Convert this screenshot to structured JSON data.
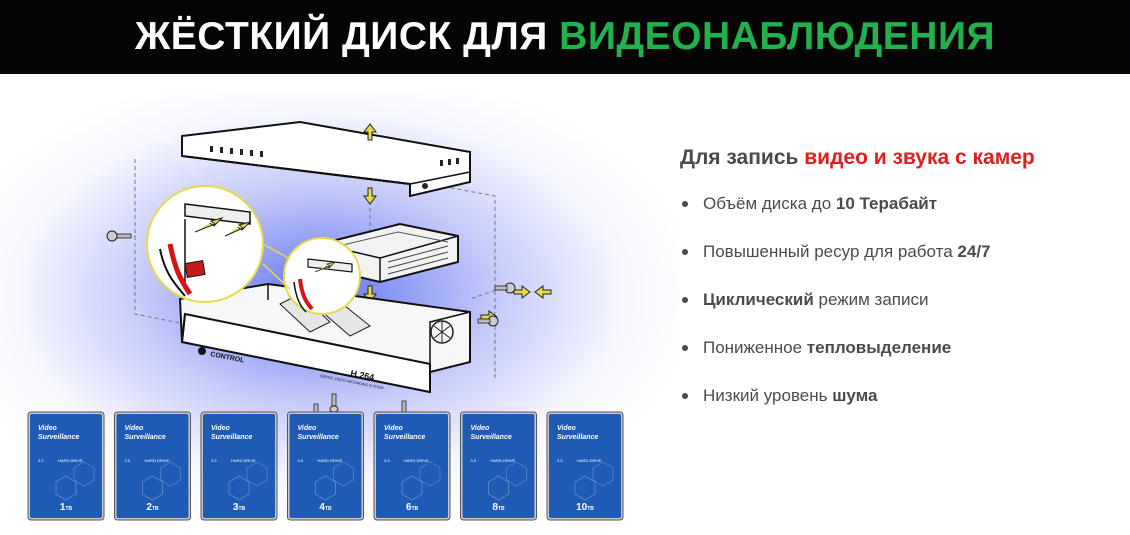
{
  "header": {
    "title_part1": "ЖЁСТКИЙ ДИСК ДЛЯ ",
    "title_part2": "ВИДЕОНАБЛЮДЕНИЯ"
  },
  "panel": {
    "heading_part1": "Для запись ",
    "heading_part2": "видео и звука с камер",
    "features": [
      {
        "pre": "Объём диска до ",
        "bold": "10 Терабайт",
        "post": ""
      },
      {
        "pre": "Повышенный ресур для работа ",
        "bold": "24/7",
        "post": ""
      },
      {
        "pre": "",
        "bold": "Циклический",
        "post": " режим записи"
      },
      {
        "pre": "Пониженное ",
        "bold": "тепловыделение",
        "post": ""
      },
      {
        "pre": "Низкий уровень ",
        "bold": "шума",
        "post": ""
      }
    ]
  },
  "device": {
    "brand": "CONTROL",
    "model": "H.264",
    "caption": "DIGITAL VIDEO RECORDING SYSTEM"
  },
  "drives": [
    {
      "line1": "Video",
      "line2": "Surveillance",
      "size_label": "3.5",
      "type": "HARD DRIVE",
      "cap_num": "1",
      "cap_unit": "TB"
    },
    {
      "line1": "Video",
      "line2": "Surveillance",
      "size_label": "3.5",
      "type": "HARD DRIVE",
      "cap_num": "2",
      "cap_unit": "TB"
    },
    {
      "line1": "Video",
      "line2": "Surveillance",
      "size_label": "3.5",
      "type": "HARD DRIVE",
      "cap_num": "3",
      "cap_unit": "TB"
    },
    {
      "line1": "Video",
      "line2": "Surveillance",
      "size_label": "3.5",
      "type": "HARD DRIVE",
      "cap_num": "4",
      "cap_unit": "TB"
    },
    {
      "line1": "Video",
      "line2": "Surveillance",
      "size_label": "3.5",
      "type": "HARD DRIVE",
      "cap_num": "6",
      "cap_unit": "TB"
    },
    {
      "line1": "Video",
      "line2": "Surveillance",
      "size_label": "3.5",
      "type": "HARD DRIVE",
      "cap_num": "8",
      "cap_unit": "TB"
    },
    {
      "line1": "Video",
      "line2": "Surveillance",
      "size_label": "3.5",
      "type": "HARD DRIVE",
      "cap_num": "10",
      "cap_unit": "TB"
    }
  ],
  "colors": {
    "banner_bg": "#050505",
    "title_white": "#ffffff",
    "title_green": "#22b14c",
    "heading_red": "#e11d1d",
    "body_text": "#4b4b4b",
    "drive_blue": "#1f5bb5",
    "highlight_yellow": "#e8d84a"
  }
}
